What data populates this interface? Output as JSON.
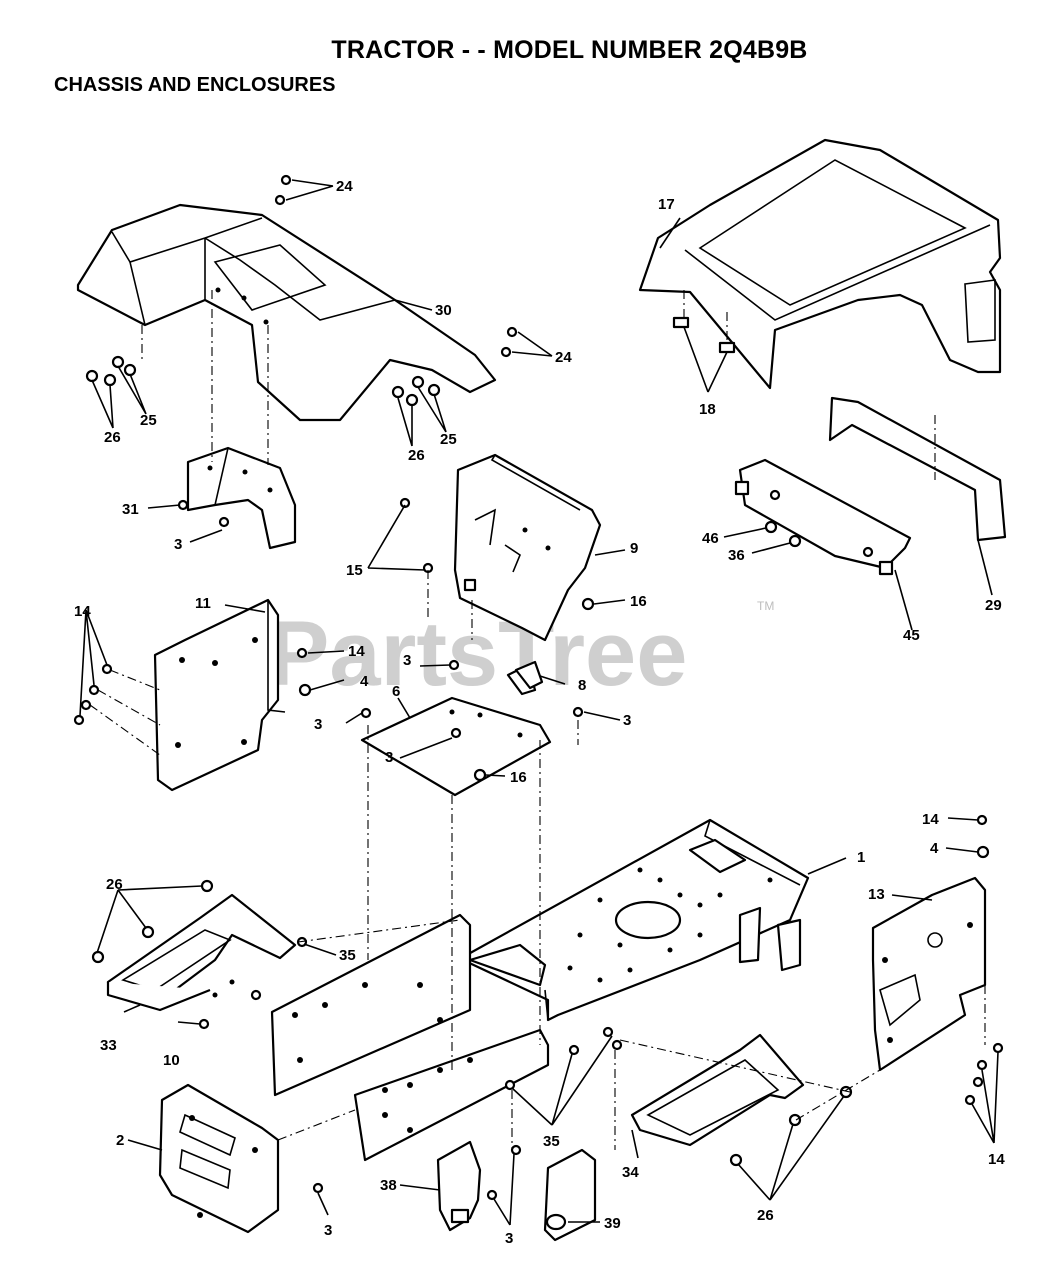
{
  "header": {
    "title": "TRACTOR - - MODEL NUMBER 2Q4B9B",
    "subtitle": "CHASSIS AND ENCLOSURES"
  },
  "watermark": {
    "text": "PartsTree",
    "tm": "TM"
  },
  "callouts": {
    "c1": "1",
    "c2": "2",
    "c3a": "3",
    "c3b": "3",
    "c3c": "3",
    "c3d": "3",
    "c3e": "3",
    "c3f": "3",
    "c3g": "3",
    "c4a": "4",
    "c4b": "4",
    "c6": "6",
    "c8": "8",
    "c9": "9",
    "c10": "10",
    "c11": "11",
    "c13": "13",
    "c14a": "14",
    "c14b": "14",
    "c14c": "14",
    "c14d": "14",
    "c15": "15",
    "c16a": "16",
    "c16b": "16",
    "c17": "17",
    "c18": "18",
    "c24a": "24",
    "c24b": "24",
    "c25a": "25",
    "c25b": "25",
    "c26a": "26",
    "c26b": "26",
    "c26c": "26",
    "c26d": "26",
    "c29": "29",
    "c30": "30",
    "c31": "31",
    "c33": "33",
    "c34": "34",
    "c35a": "35",
    "c35b": "35",
    "c36": "36",
    "c38": "38",
    "c39": "39",
    "c45": "45",
    "c46": "46"
  }
}
